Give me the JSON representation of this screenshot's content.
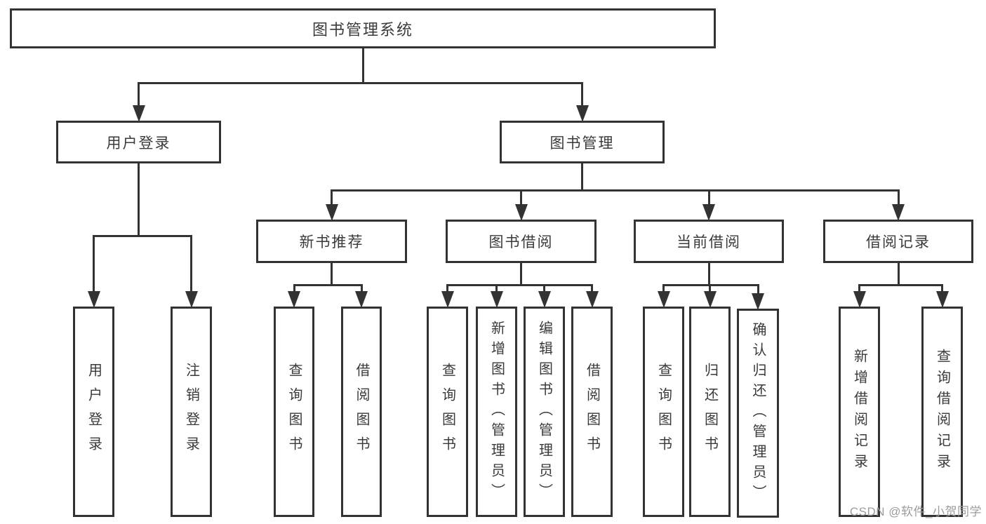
{
  "diagram": {
    "title": "图书管理系统",
    "nodes": [
      {
        "id": "root",
        "label": "图书管理系统",
        "parent": null
      },
      {
        "id": "user-login",
        "label": "用户登录",
        "parent": "root"
      },
      {
        "id": "book-mgmt",
        "label": "图书管理",
        "parent": "root"
      },
      {
        "id": "new-book-rec",
        "label": "新书推荐",
        "parent": "book-mgmt"
      },
      {
        "id": "book-borrow",
        "label": "图书借阅",
        "parent": "book-mgmt"
      },
      {
        "id": "current-borrow",
        "label": "当前借阅",
        "parent": "book-mgmt"
      },
      {
        "id": "borrow-records",
        "label": "借阅记录",
        "parent": "book-mgmt"
      },
      {
        "id": "lf-login",
        "label": "用户登录",
        "parent": "user-login"
      },
      {
        "id": "lf-logout",
        "label": "注销登录",
        "parent": "user-login"
      },
      {
        "id": "lf-nr-query",
        "label": "查询图书",
        "parent": "new-book-rec"
      },
      {
        "id": "lf-nr-borrow",
        "label": "借阅图书",
        "parent": "new-book-rec"
      },
      {
        "id": "lf-bb-query",
        "label": "查询图书",
        "parent": "book-borrow"
      },
      {
        "id": "lf-bb-add",
        "label": "新增图书（管理员）",
        "parent": "book-borrow"
      },
      {
        "id": "lf-bb-edit",
        "label": "编辑图书（管理员）",
        "parent": "book-borrow"
      },
      {
        "id": "lf-bb-borrow",
        "label": "借阅图书",
        "parent": "book-borrow"
      },
      {
        "id": "lf-cb-query",
        "label": "查询图书",
        "parent": "current-borrow"
      },
      {
        "id": "lf-cb-return",
        "label": "归还图书",
        "parent": "current-borrow"
      },
      {
        "id": "lf-cb-confirm",
        "label": "确认归还（管理员）",
        "parent": "current-borrow"
      },
      {
        "id": "lf-br-add",
        "label": "新增借阅记录",
        "parent": "borrow-records"
      },
      {
        "id": "lf-br-query",
        "label": "查询借阅记录",
        "parent": "borrow-records"
      }
    ]
  },
  "watermark": {
    "text": "CSDN @软件_小贺同学"
  },
  "colors": {
    "line": "#333333",
    "text": "#3a3a3a",
    "watermark": "#9c9c9c",
    "background": "#ffffff"
  }
}
